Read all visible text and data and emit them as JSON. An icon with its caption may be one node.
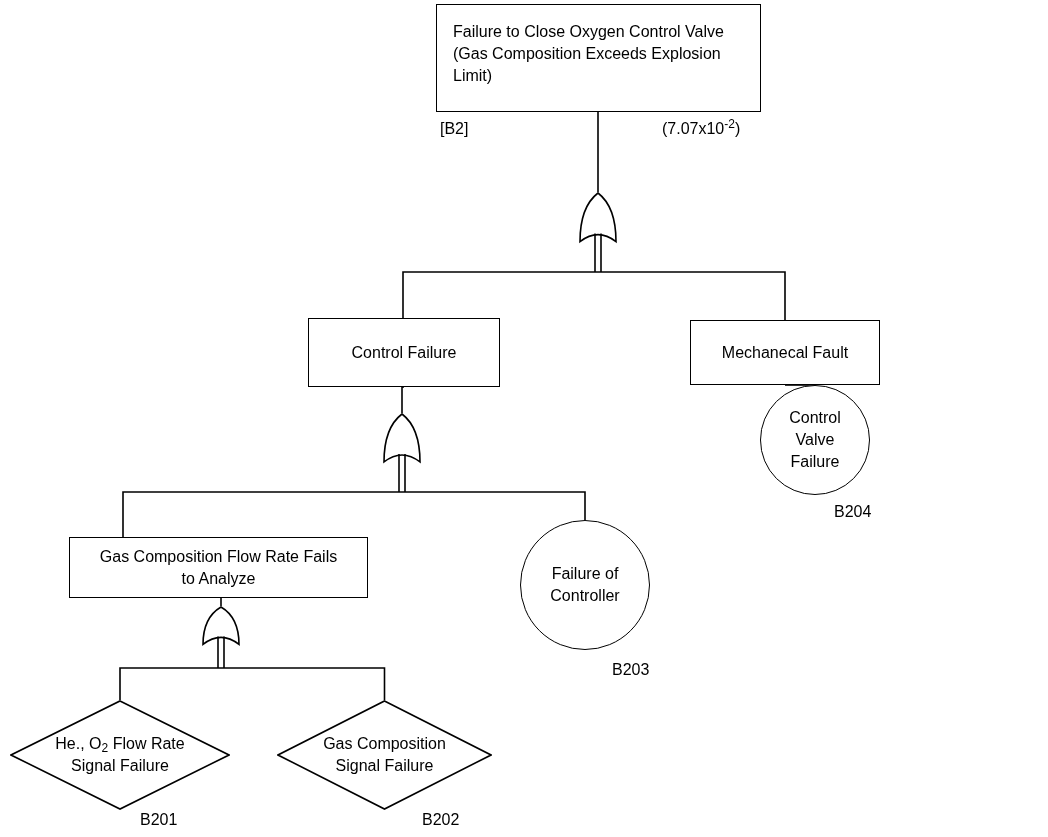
{
  "diagram": {
    "nodes": [
      {
        "text": [
          "Failure to Close Oxygen Control Valve (Gas Composition Exceeds Explosion Limit)"
        ],
        "beside": [
          "[B2]",
          "(7.07x10$^{-2}$)"
        ]
      },
      {
        "text": [],
        "shape": "gate"
      },
      {
        "text": [
          "Control Failure"
        ]
      },
      {
        "text": [
          "Mechanecal Fault"
        ]
      },
      {
        "text": [],
        "shape": "gate"
      },
      {
        "text": [
          "Control Valve Failure"
        ],
        "beside": [
          "B204"
        ]
      },
      {
        "text": [
          "Gas Composition Flow Rate Fails to Analyze"
        ]
      },
      {
        "text": [
          "Failure of Controller"
        ],
        "beside": [
          "B203"
        ]
      },
      {
        "text": [],
        "shape": "gate"
      },
      {
        "text": [
          "He., O$_{2}$ Flow Rate Signal Failure"
        ],
        "beside": [
          "B201"
        ]
      },
      {
        "text": [
          "Gas Composition Signal Failure"
        ],
        "beside": [
          "B202"
        ]
      }
    ],
    "edges": [
      {
        "from": 0,
        "to": 1,
        "arrow": "none"
      },
      {
        "from": 1,
        "to": 2,
        "arrow": "none"
      },
      {
        "from": 1,
        "to": 3,
        "arrow": "none"
      },
      {
        "from": 2,
        "to": 4,
        "arrow": "none"
      },
      {
        "from": 3,
        "to": 5,
        "arrow": "none"
      },
      {
        "from": 4,
        "to": 6,
        "arrow": "none"
      },
      {
        "from": 4,
        "to": 7,
        "arrow": "none"
      },
      {
        "from": 6,
        "to": 8,
        "arrow": "none"
      },
      {
        "from": 8,
        "to": 9,
        "arrow": "none"
      },
      {
        "from": 8,
        "to": 10,
        "arrow": "none"
      }
    ]
  }
}
